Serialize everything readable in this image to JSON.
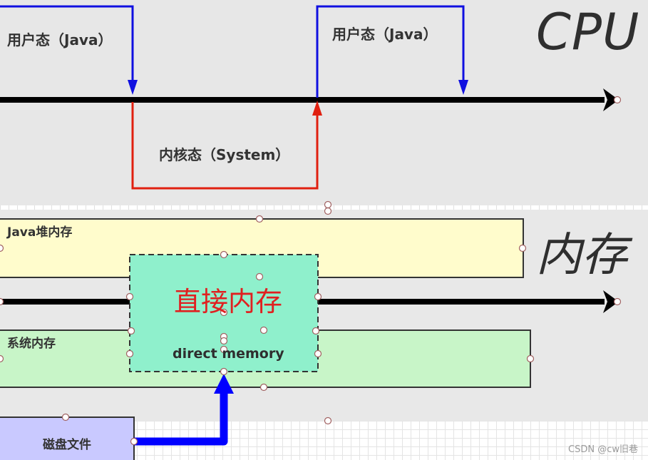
{
  "cpu": {
    "title": "CPU",
    "user_mode_label_1": "用户态（Java）",
    "user_mode_label_2": "用户态（Java）",
    "kernel_mode_label": "内核态（System）"
  },
  "memory": {
    "title": "内存",
    "java_heap_label": "Java堆内存",
    "system_memory_label": "系统内存",
    "direct_memory_title": "直接内存",
    "direct_memory_subtitle": "direct memory"
  },
  "disk": {
    "label": "磁盘文件"
  },
  "watermark": "CSDN @cw旧巷",
  "colors": {
    "user_mode_line": "#1010e0",
    "kernel_mode_line": "#e02010",
    "timeline": "#000000",
    "java_heap_fill": "#fffccc",
    "system_memory_fill": "#c8f5c8",
    "direct_memory_fill": "#8ff0cc",
    "direct_memory_text": "#e02020",
    "disk_fill": "#c9c9ff",
    "disk_arrow": "#0000ff"
  }
}
